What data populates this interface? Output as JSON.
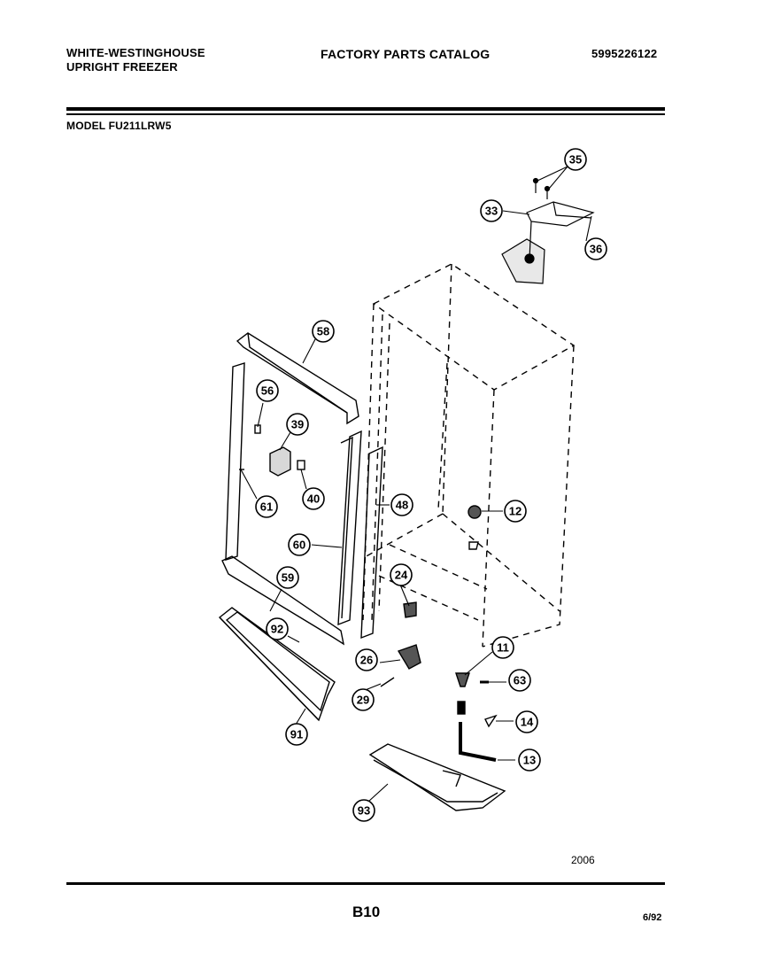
{
  "header": {
    "brand_line1": "WHITE-WESTINGHOUSE",
    "brand_line2": "UPRIGHT FREEZER",
    "catalog_title": "FACTORY PARTS CATALOG",
    "catalog_number": "5995226122",
    "model": "MODEL FU211LRW5"
  },
  "callouts": [
    {
      "id": "callout-35",
      "label": "35"
    },
    {
      "id": "callout-33",
      "label": "33"
    },
    {
      "id": "callout-36",
      "label": "36"
    },
    {
      "id": "callout-58",
      "label": "58"
    },
    {
      "id": "callout-56",
      "label": "56"
    },
    {
      "id": "callout-39",
      "label": "39"
    },
    {
      "id": "callout-40",
      "label": "40"
    },
    {
      "id": "callout-61",
      "label": "61"
    },
    {
      "id": "callout-48",
      "label": "48"
    },
    {
      "id": "callout-12",
      "label": "12"
    },
    {
      "id": "callout-60",
      "label": "60"
    },
    {
      "id": "callout-24",
      "label": "24"
    },
    {
      "id": "callout-59",
      "label": "59"
    },
    {
      "id": "callout-92",
      "label": "92"
    },
    {
      "id": "callout-11",
      "label": "11"
    },
    {
      "id": "callout-26",
      "label": "26"
    },
    {
      "id": "callout-63",
      "label": "63"
    },
    {
      "id": "callout-29",
      "label": "29"
    },
    {
      "id": "callout-14",
      "label": "14"
    },
    {
      "id": "callout-91",
      "label": "91"
    },
    {
      "id": "callout-13",
      "label": "13"
    },
    {
      "id": "callout-93",
      "label": "93"
    }
  ],
  "footer": {
    "figure_number": "2006",
    "page": "B10",
    "date": "6/92"
  }
}
